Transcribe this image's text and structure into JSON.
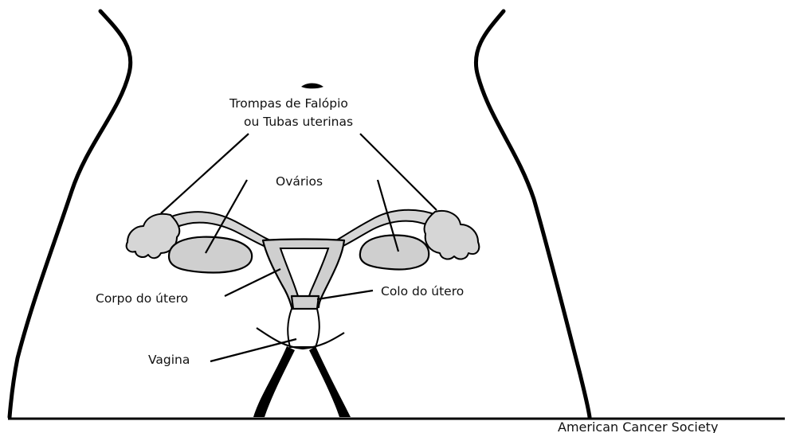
{
  "labels": {
    "fallopian_line1": "Trompas de Falópio",
    "fallopian_line2": "ou Tubas uterinas",
    "ovaries": "Ovários",
    "uterus_body": "Corpo do útero",
    "cervix": "Colo do útero",
    "vagina": "Vagina"
  },
  "credit": "American Cancer Society",
  "colors": {
    "organ_fill": "#cfcfcf",
    "outline": "#000000",
    "background": "#ffffff"
  }
}
